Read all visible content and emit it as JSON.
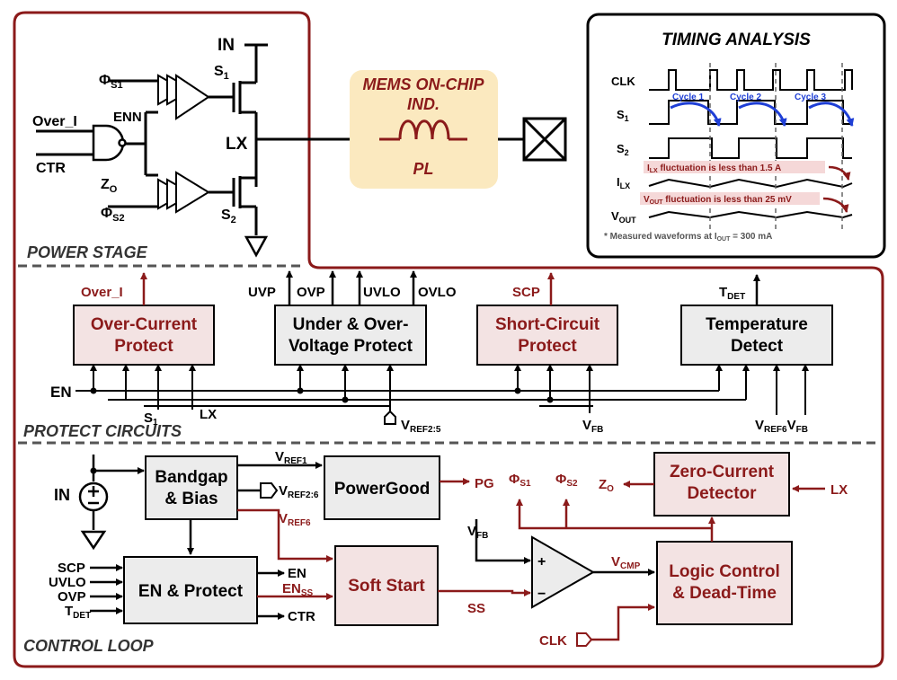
{
  "sections": {
    "power_stage": "POWER STAGE",
    "protect_circuits": "PROTECT CIRCUITS",
    "control_loop": "CONTROL LOOP",
    "timing_analysis": "TIMING  ANALYSIS"
  },
  "power_stage": {
    "in": "IN",
    "phi_s1": "Φ",
    "phi_s1_sub": "S1",
    "phi_s2": "Φ",
    "phi_s2_sub": "S2",
    "over_i": "Over_I",
    "ctr": "CTR",
    "enn": "ENN",
    "zo": "Z",
    "zo_sub": "O",
    "s1": "S",
    "s1_sub": "1",
    "s2": "S",
    "s2_sub": "2",
    "lx": "LX",
    "inductor_title1": "MEMS ON-CHIP",
    "inductor_title2": "IND.",
    "inductor_pl": "PL"
  },
  "timing": {
    "clk": "CLK",
    "s1": "S",
    "s1_sub": "1",
    "s2": "S",
    "s2_sub": "2",
    "ilx": "I",
    "ilx_sub": "LX",
    "vout": "V",
    "vout_sub": "OUT",
    "cycle1": "Cycle 1",
    "cycle2": "Cycle 2",
    "cycle3": "Cycle 3",
    "ilx_note_a": "I",
    "ilx_note_sub": "LX",
    "ilx_note_b": " fluctuation is less than 1.5 A",
    "vout_note_a": "V",
    "vout_note_sub": "OUT",
    "vout_note_b": " fluctuation is less than 25 mV",
    "footnote_a": "* Measured waveforms at I",
    "footnote_sub": "OUT",
    "footnote_b": " = 300 mA"
  },
  "protect": {
    "ocp_line1": "Over-Current",
    "ocp_line2": "Protect",
    "ocp_out": "Over_I",
    "uvp_line1": "Under & Over-",
    "uvp_line2": "Voltage Protect",
    "uvp": "UVP",
    "ovp": "OVP",
    "uvlo": "UVLO",
    "ovlo": "OVLO",
    "scp_line1": "Short-Circuit",
    "scp_line2": "Protect",
    "scp_out": "SCP",
    "temp_line1": "Temperature",
    "temp_line2": "Detect",
    "tdet": "T",
    "tdet_sub": "DET",
    "en": "EN",
    "s1": "S",
    "s1_sub": "1",
    "lx": "LX",
    "vref25": "V",
    "vref25_sub": "REF2:5",
    "vfb": "V",
    "vfb_sub": "FB",
    "vref6": "V",
    "vref6_sub": "REF6",
    "vfb2": "V",
    "vfb2_sub": "FB"
  },
  "control": {
    "in": "IN",
    "bandgap_line1": "Bandgap",
    "bandgap_line2": "& Bias",
    "vref1": "V",
    "vref1_sub": "REF1",
    "vref26": "V",
    "vref26_sub": "REF2:6",
    "vref6": "V",
    "vref6_sub": "REF6",
    "powergood": "PowerGood",
    "pg": "PG",
    "phi_s1": "Φ",
    "phi_s1_sub": "S1",
    "phi_s2": "Φ",
    "phi_s2_sub": "S2",
    "zo": "Z",
    "zo_sub": "O",
    "zcd_line1": "Zero-Current",
    "zcd_line2": "Detector",
    "lx": "LX",
    "vfb": "V",
    "vfb_sub": "FB",
    "scp": "SCP",
    "uvlo": "UVLO",
    "ovp": "OVP",
    "tdet": "T",
    "tdet_sub": "DET",
    "en_protect": "EN & Protect",
    "en": "EN",
    "en_ss": "EN",
    "en_ss_sub": "SS",
    "ctr": "CTR",
    "soft_start": "Soft Start",
    "ss": "SS",
    "plus": "+",
    "minus": "−",
    "vcmp": "V",
    "vcmp_sub": "CMP",
    "logic_line1": "Logic Control",
    "logic_line2": "& Dead-Time",
    "clk": "CLK"
  },
  "colors": {
    "dark_red": "#8b1a1a",
    "pink_box": "#f3e3e3",
    "gray_box": "#ececec",
    "inductor_bg": "#fbe9bf"
  }
}
